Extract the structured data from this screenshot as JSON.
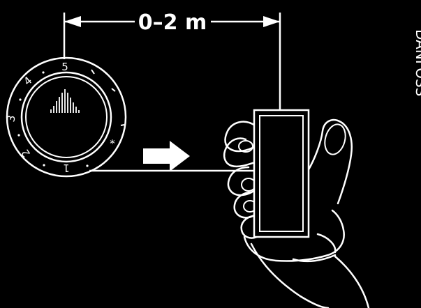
{
  "dimension": {
    "label": "0–2 m"
  },
  "dial": {
    "numbers": [
      "5",
      "4",
      "3",
      "2",
      "1"
    ],
    "frost_symbol": "*"
  },
  "brand": {
    "text": "DANFOSS"
  },
  "colors": {
    "background": "#000000",
    "ink": "#ffffff"
  },
  "icons": {
    "arrow": "right-arrow-icon",
    "histogram": "signal-bars-icon",
    "hand": "hand-holding-remote"
  }
}
